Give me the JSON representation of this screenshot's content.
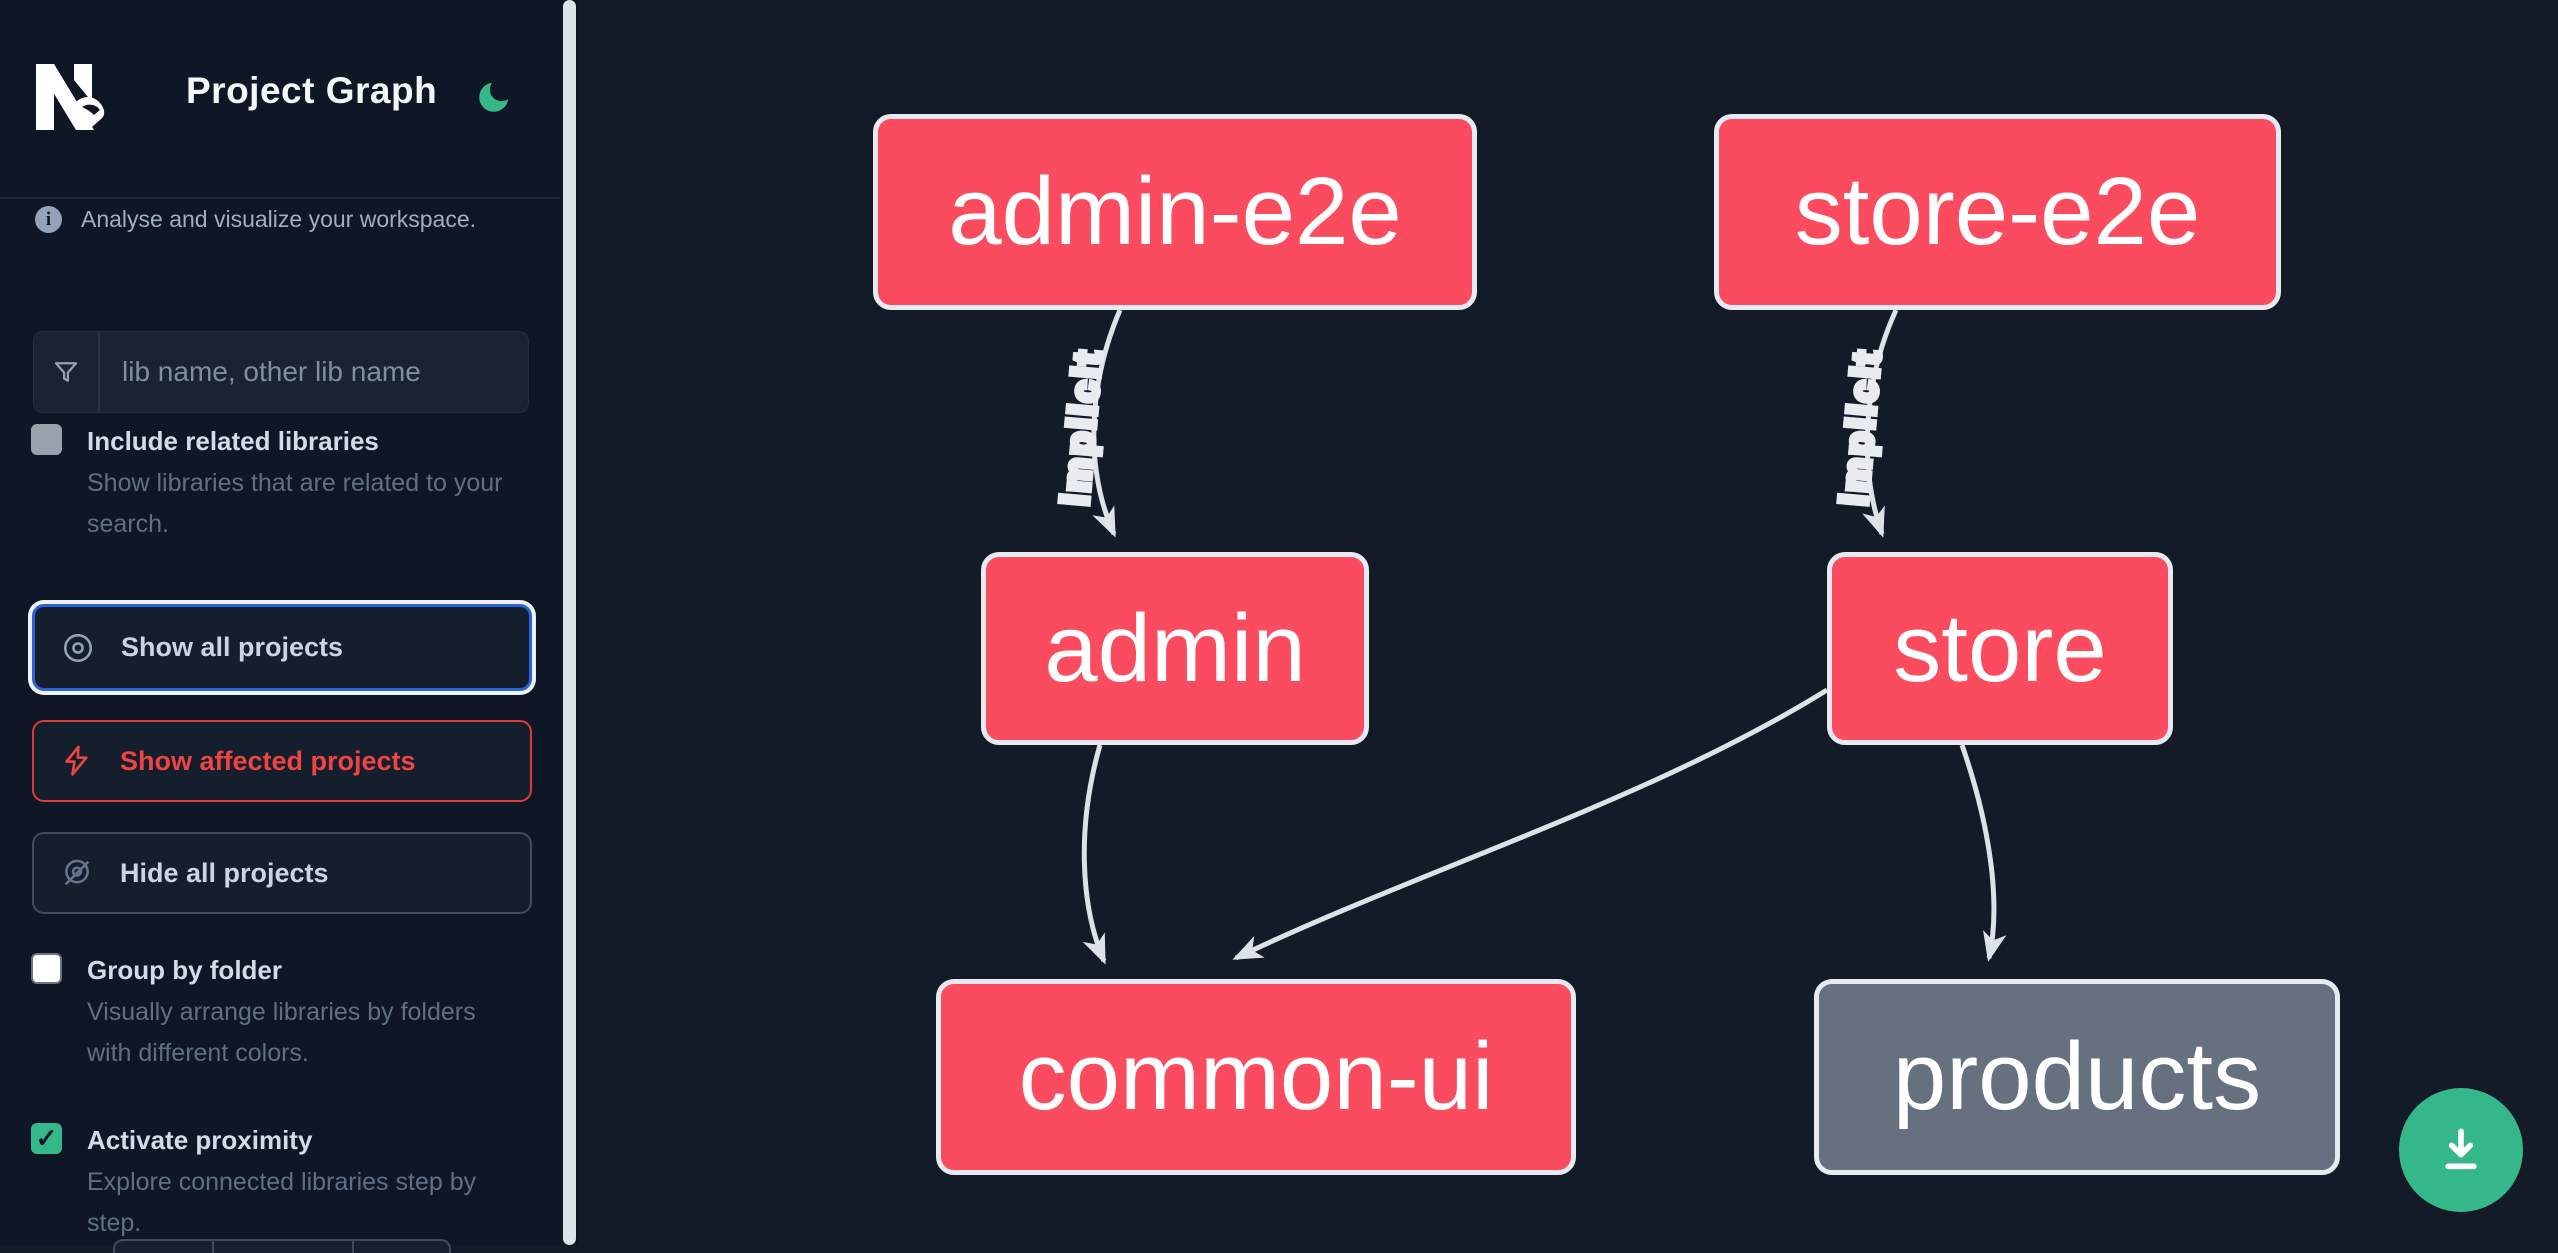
{
  "app": {
    "title": "Project Graph"
  },
  "colors": {
    "sidebar_bg": "#0f1726",
    "graph_bg": "#131a28",
    "node_affected": "#fb4c5f",
    "node_default": "#67707f",
    "node_border": "#e7eaf0",
    "edge": "#dde2e9",
    "accent_green": "#34b88a",
    "accent_blue": "#2b63d9",
    "accent_red": "#ef4444"
  },
  "sidebar": {
    "info_text": "Analyse and visualize your workspace.",
    "search": {
      "placeholder": "lib name, other lib name"
    },
    "actions": [
      {
        "label": "Show all projects"
      },
      {
        "label": "Show affected projects"
      },
      {
        "label": "Hide all projects"
      }
    ],
    "toggles": [
      {
        "label": "Include related libraries",
        "description": "Show libraries that are related to your search.",
        "checked": false
      },
      {
        "label": "Group by folder",
        "description": "Visually arrange libraries by folders with different colors.",
        "checked": false
      },
      {
        "label": "Activate proximity",
        "description": "Explore connected libraries step by step.",
        "checked": true
      }
    ],
    "proximity_check_glyph": "✓"
  },
  "graph": {
    "nodes": [
      {
        "label": "admin-e2e",
        "type": "e2e",
        "affected": true
      },
      {
        "label": "store-e2e",
        "type": "e2e",
        "affected": true
      },
      {
        "label": "admin",
        "type": "app",
        "affected": true
      },
      {
        "label": "store",
        "type": "app",
        "affected": true
      },
      {
        "label": "common-ui",
        "type": "lib",
        "affected": true
      },
      {
        "label": "products",
        "type": "lib",
        "affected": false
      }
    ],
    "edges": [
      {
        "from": "admin-e2e",
        "to": "admin",
        "label": "implicit"
      },
      {
        "from": "store-e2e",
        "to": "store",
        "label": "implicit"
      },
      {
        "from": "admin",
        "to": "common-ui",
        "label": ""
      },
      {
        "from": "store",
        "to": "common-ui",
        "label": ""
      },
      {
        "from": "store",
        "to": "products",
        "label": ""
      }
    ]
  }
}
